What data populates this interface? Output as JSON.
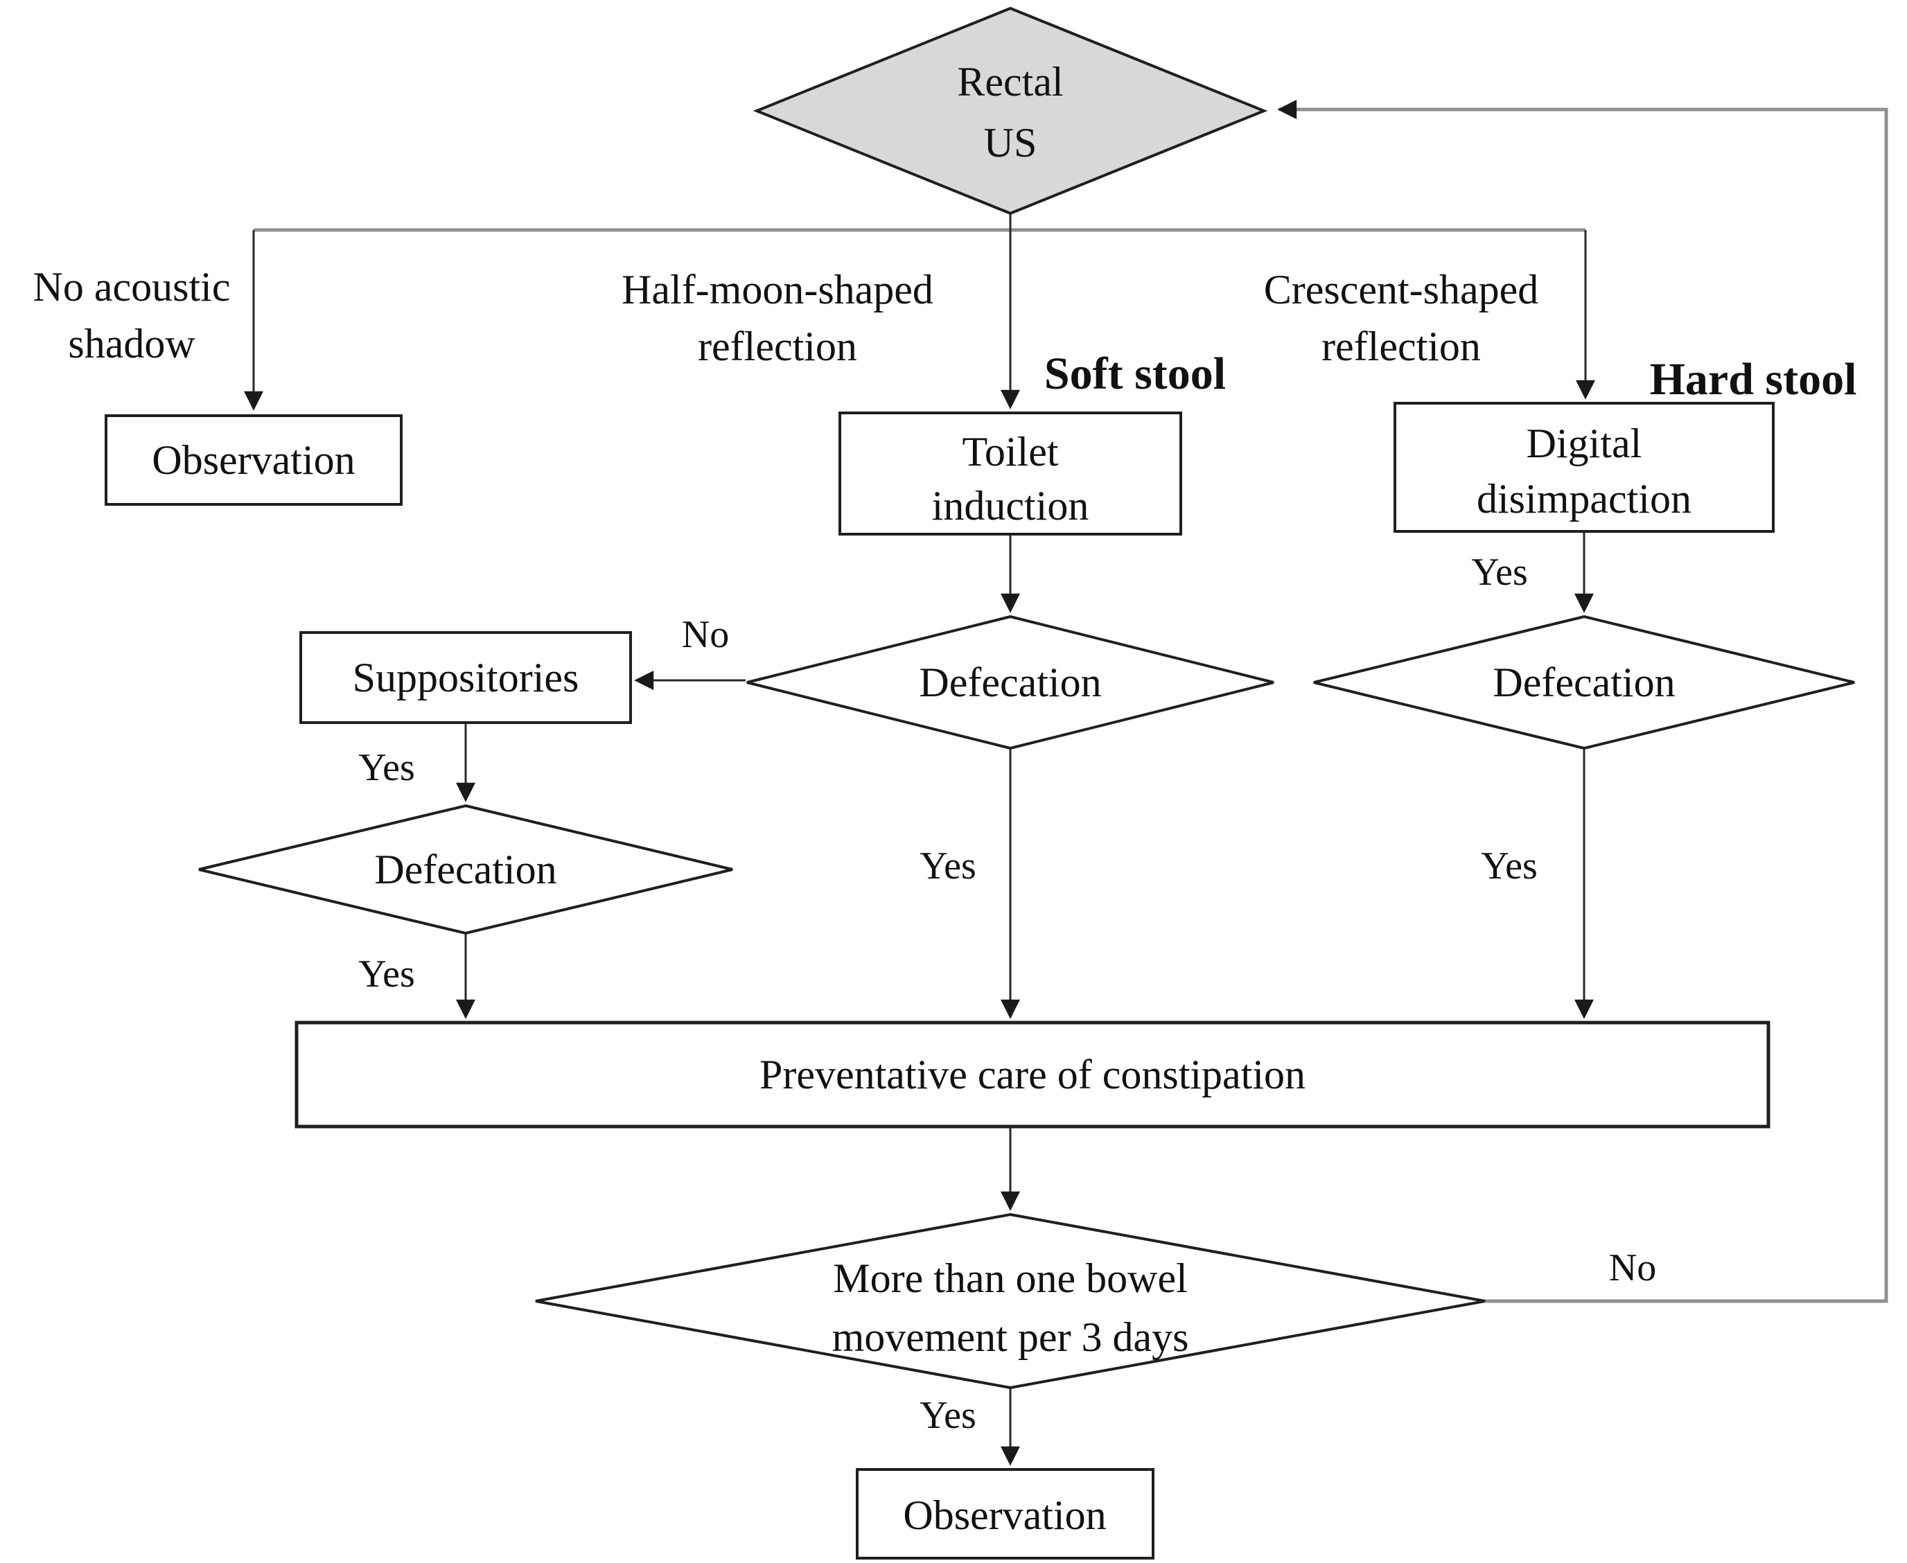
{
  "flowchart": {
    "nodes": {
      "rectal_us": {
        "lines": [
          "Rectal",
          "US"
        ]
      },
      "observation_top": {
        "label": "Observation"
      },
      "toilet_induction": {
        "lines": [
          "Toilet",
          "induction"
        ]
      },
      "digital_disimpaction": {
        "lines": [
          "Digital",
          "disimpaction"
        ]
      },
      "defecation_middle": {
        "label": "Defecation"
      },
      "defecation_right": {
        "label": "Defecation"
      },
      "suppositories": {
        "label": "Suppositories"
      },
      "defecation_left": {
        "label": "Defecation"
      },
      "preventative_care": {
        "label": "Preventative care of constipation"
      },
      "bowel_movement_check": {
        "lines": [
          "More than one bowel",
          "movement per 3 days"
        ]
      },
      "observation_bottom": {
        "label": "Observation"
      }
    },
    "branch_labels": {
      "no_acoustic_shadow": {
        "lines": [
          "No acoustic",
          "shadow"
        ]
      },
      "half_moon": {
        "lines": [
          "Half-moon-shaped",
          "reflection"
        ]
      },
      "crescent": {
        "lines": [
          "Crescent-shaped",
          "reflection"
        ]
      },
      "soft_stool": "Soft stool",
      "hard_stool": "Hard stool"
    },
    "decision_labels": {
      "defecation_middle_no": "No",
      "suppositories_yes": "Yes",
      "defecation_left_yes": "Yes",
      "defecation_middle_yes": "Yes",
      "digital_disimpaction_yes": "Yes",
      "defecation_right_yes": "Yes",
      "bowel_movement_yes": "Yes",
      "bowel_movement_no": "No"
    },
    "colors": {
      "decision_fill": "#d8d8d8",
      "shape_stroke": "#1f1f1f",
      "connector": "#2a2a2a",
      "loop_line": "#909090"
    }
  }
}
